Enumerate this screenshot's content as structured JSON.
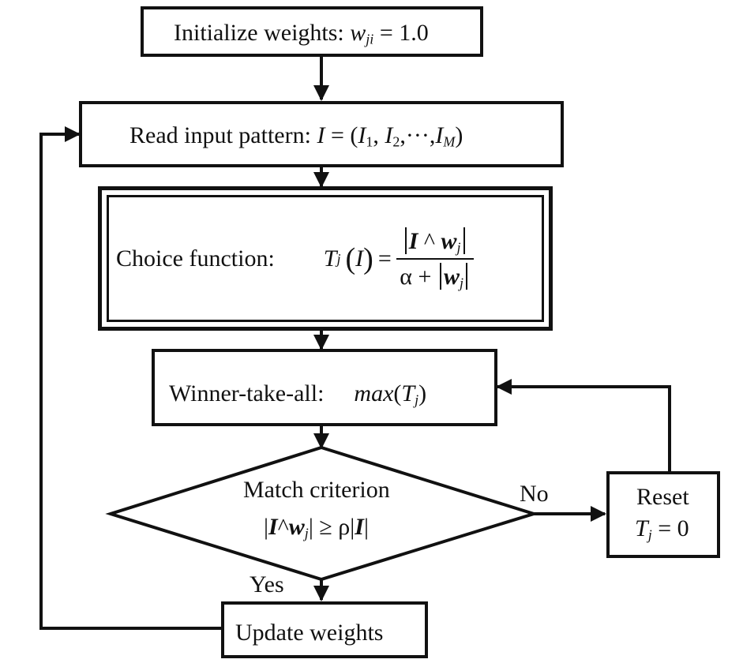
{
  "init": {
    "label": "Initialize weights:",
    "var": "w",
    "sub": "ji",
    "eq": " = 1.0"
  },
  "read": {
    "label": "Read input pattern:",
    "I": "I",
    "eq": " = (",
    "i1": "I",
    "s1": "1",
    "c1": ", ",
    "i2": "I",
    "s2": "2",
    "mid": ",···,",
    "iM": "I",
    "sM": "M",
    "close": ")"
  },
  "choice": {
    "label": "Choice function:",
    "T": "T",
    "sub": "j",
    "arg_open": "(",
    "arg": "I",
    "arg_close": ")",
    "eq": "=",
    "num_I": "I",
    "wedge": " ^ ",
    "num_w": "w",
    "num_sub": "j",
    "alpha": "α + ",
    "den_w": "w",
    "den_sub": "j"
  },
  "winner": {
    "label": "Winner-take-all:",
    "fn": "max",
    "open": "(",
    "T": "T",
    "sub": "j",
    "close": ")"
  },
  "match": {
    "title": "Match criterion",
    "I": "I",
    "wedge": "^",
    "w": "w",
    "sub": "j",
    "geq": " ≥ ρ",
    "I2": "I"
  },
  "reset": {
    "title": "Reset",
    "T": "T",
    "sub": "j",
    "eq": " = 0"
  },
  "update": {
    "label": "Update weights"
  },
  "edges": {
    "no": "No",
    "yes": "Yes"
  }
}
